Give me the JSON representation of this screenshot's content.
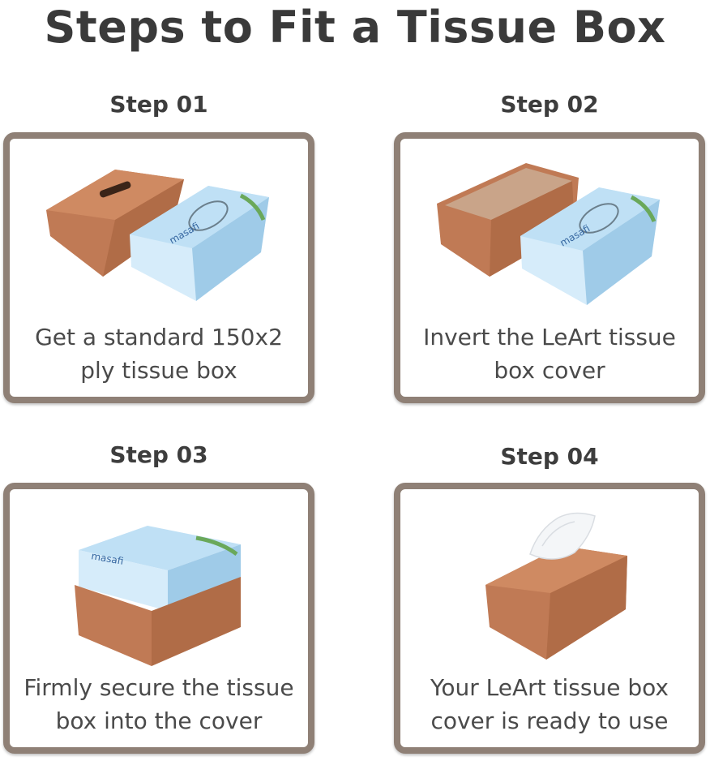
{
  "title": "Steps to Fit a Tissue Box",
  "colors": {
    "frame": "#8f8076",
    "leather": "#c07a55",
    "box_blue": "#bfe0f5"
  },
  "steps": [
    {
      "label": "Step 01",
      "caption": "Get a standard 150x2 ply tissue box",
      "image": "tissue-box-and-cover"
    },
    {
      "label": "Step 02",
      "caption": "Invert the LeArt tissue box cover",
      "image": "inverted-cover-and-box"
    },
    {
      "label": "Step 03",
      "caption": "Firmly secure the tissue box into the cover",
      "image": "box-inside-cover"
    },
    {
      "label": "Step 04",
      "caption": "Your LeArt tissue box cover is ready to use",
      "image": "finished-cover-with-tissue"
    }
  ]
}
